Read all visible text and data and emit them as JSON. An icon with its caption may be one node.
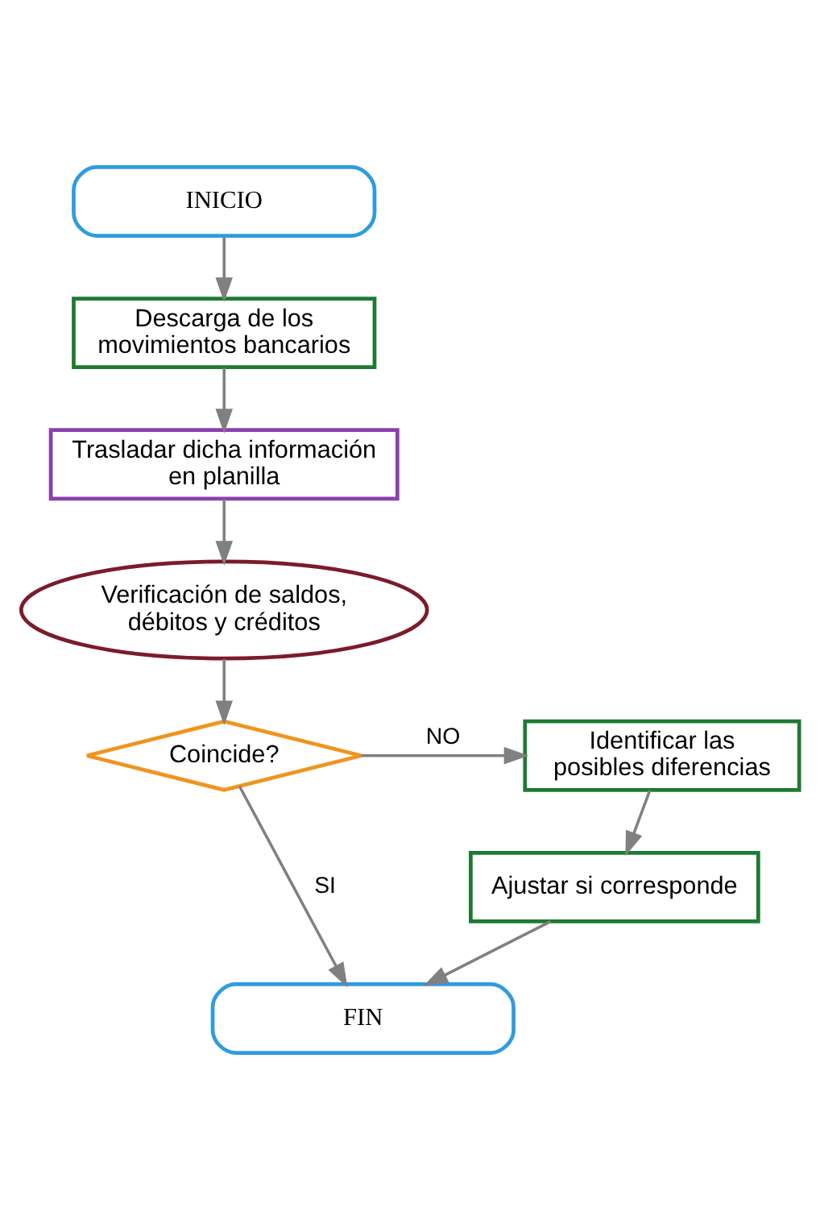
{
  "diagram": {
    "nodes": [
      {
        "text": [
          "INICIO"
        ]
      },
      {
        "text": [
          "Descarga de los movimientos bancarios"
        ]
      },
      {
        "text": [
          "Trasladar dicha información en planilla"
        ]
      },
      {
        "text": [
          "Verificación de saldos, débitos y créditos"
        ]
      },
      {
        "text": [
          "Coincide?"
        ]
      },
      {
        "text": [
          "Identificar las posibles diferencias"
        ]
      },
      {
        "text": [
          "Ajustar si corresponde"
        ]
      },
      {
        "text": [
          "FIN"
        ]
      }
    ],
    "edges": [
      {
        "from": 0,
        "to": 1,
        "arrow": "to"
      },
      {
        "from": 1,
        "to": 2,
        "arrow": "to"
      },
      {
        "from": 2,
        "to": 3,
        "arrow": "to"
      },
      {
        "from": 3,
        "to": 4,
        "arrow": "to"
      },
      {
        "from": 4,
        "to": 5,
        "arrow": "to",
        "label": "NO"
      },
      {
        "from": 5,
        "to": 6,
        "arrow": "to"
      },
      {
        "from": 6,
        "to": 7,
        "arrow": "to"
      },
      {
        "from": 4,
        "to": 7,
        "arrow": "to",
        "label": "SI"
      }
    ]
  }
}
